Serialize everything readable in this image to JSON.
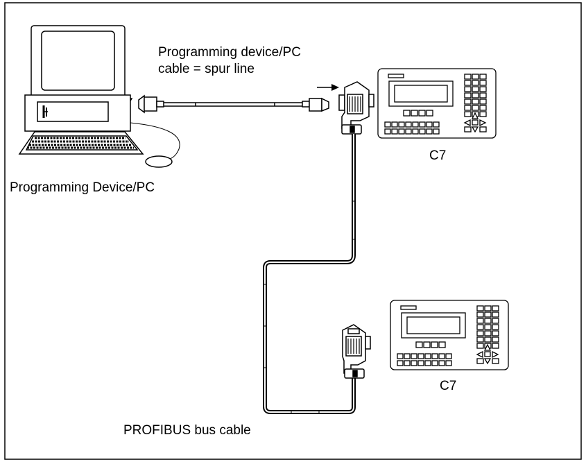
{
  "labels": {
    "pc": "Programming Device/PC",
    "spur_line_1": "Programming device/PC",
    "spur_line_2": "cable = spur line",
    "c7_top": "C7",
    "c7_bottom": "C7",
    "bus_cable": "PROFIBUS bus cable"
  }
}
